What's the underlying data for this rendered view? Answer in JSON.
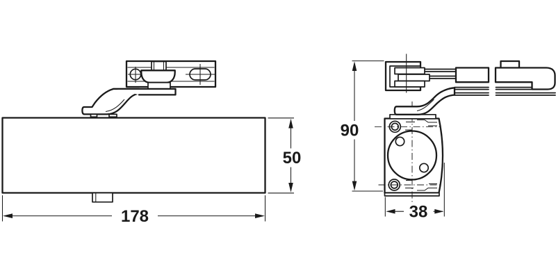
{
  "drawing": {
    "dimensions": {
      "front_width": "178",
      "front_height": "50",
      "side_height": "90",
      "side_width": "38"
    },
    "colors": {
      "line": "#1a1a1a",
      "dimension": "#1a1a1a",
      "background": "#ffffff"
    }
  }
}
